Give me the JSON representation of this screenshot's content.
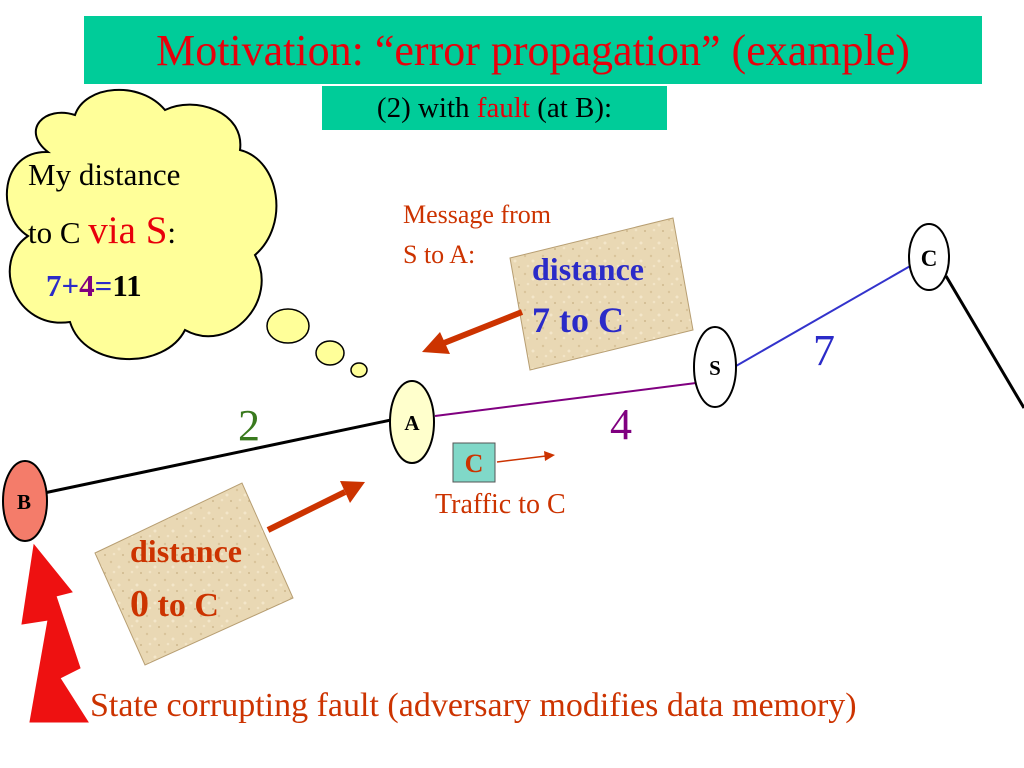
{
  "title": "Motivation: “error propagation” (example)",
  "subtitle": {
    "prefix": "(2) with ",
    "highlight": "fault",
    "suffix": " (at B):"
  },
  "thought": {
    "line1": "My distance",
    "line2_prefix": "to C ",
    "line2_via": "via S",
    "line2_suffix": ":",
    "eq_a": "7",
    "eq_plus": "+",
    "eq_b": "4",
    "eq_equals": "=",
    "eq_result": "11"
  },
  "nodes": {
    "A": "A",
    "B": "B",
    "C": "C",
    "S": "S"
  },
  "edge_weights": {
    "B_A": "2",
    "A_S": "4",
    "S_C": "7"
  },
  "message_caption": {
    "line1": "Message from",
    "line2": "S to A:"
  },
  "message_s_to_a": {
    "line1": "distance",
    "line2": "7 to C"
  },
  "message_b_to_a": {
    "line1": "distance",
    "line2_num": "0",
    "line2_rest": " to C"
  },
  "traffic": {
    "packet": "C",
    "label": "Traffic to C"
  },
  "fault_caption": "State corrupting fault (adversary modifies data memory)",
  "colors": {
    "title_bg": "#00CC99",
    "title_text": "#E8000B",
    "fault_text": "#CC3300",
    "blue_text": "#2B2BC8",
    "purple": "#800080",
    "green": "#3A7A1E",
    "node_B": "#F47C6A",
    "node_fill": "#FFFFCC",
    "packet_fill": "#80D8C8",
    "arrow": "#CC3300"
  }
}
